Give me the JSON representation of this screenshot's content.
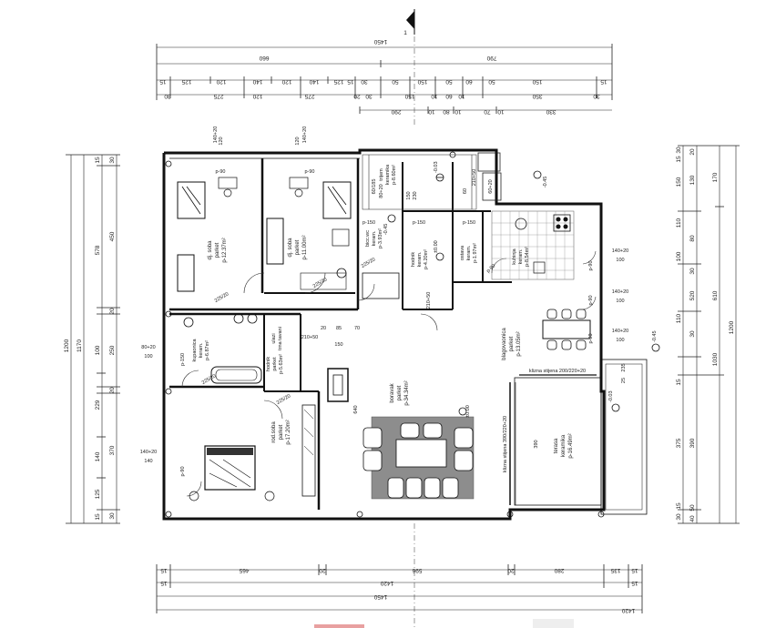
{
  "dims_top": {
    "r1": [
      "1450"
    ],
    "r2": [
      "660",
      "790"
    ],
    "r3": [
      "15",
      "125",
      "120",
      "140",
      "120",
      "140",
      "125",
      "15",
      "30",
      "50",
      "150",
      "50",
      "60",
      "50",
      "150",
      "15"
    ],
    "r4": [
      "30",
      "275",
      "120",
      "275",
      "20",
      "30",
      "150",
      "10",
      "60",
      "10",
      "350",
      "30"
    ],
    "r5": [
      "290",
      "10",
      "80",
      "10",
      "70",
      "10",
      "330"
    ]
  },
  "dims_bottom": {
    "r1": [
      "15",
      "465",
      "20",
      "596",
      "20",
      "280",
      "135",
      "15"
    ],
    "r2": [
      "15",
      "1420",
      "15"
    ],
    "r3": [
      "1450"
    ],
    "r4": [
      "1420"
    ]
  },
  "dims_left": {
    "outer": [
      "1200"
    ],
    "mid": [
      "1170"
    ],
    "inner": [
      "15",
      "578",
      "100",
      "229",
      "140",
      "125",
      "15"
    ],
    "inner2": [
      "30",
      "450",
      "20",
      "250",
      "20",
      "370",
      "30"
    ]
  },
  "dims_right": {
    "top": [
      "30",
      "15",
      "150",
      "110",
      "100",
      "110",
      "15",
      "375",
      "15",
      "30"
    ],
    "mid": [
      "20",
      "130",
      "80",
      "30",
      "520",
      "30",
      "390",
      "50",
      "40"
    ],
    "outer": [
      "170",
      "610",
      "1030",
      "1200"
    ]
  },
  "rooms": [
    {
      "name": "dj. soba",
      "floor": "parket",
      "area": "p-12.37m²"
    },
    {
      "name": "dj. soba",
      "floor": "parket",
      "area": "p-11.00m²"
    },
    {
      "name": "bicc.wc",
      "floor": "keram.",
      "area": "p-3.93m²"
    },
    {
      "name": "hodnik",
      "floor": "keram.",
      "area": "p-4.20m²"
    },
    {
      "name": "trijem",
      "floor": "keramika",
      "area": "p-8.60m²"
    },
    {
      "name": "ostava",
      "floor": "keram.",
      "area": "p-1.97m²"
    },
    {
      "name": "kuhinja",
      "floor": "keram.",
      "area": "p-8.54m²"
    },
    {
      "name": "kupaonica",
      "floor": "keram.",
      "area": "p-6.87m²"
    },
    {
      "name": "hodnik",
      "floor": "parket",
      "area": "p-5.63m²"
    },
    {
      "name": "ulazi",
      "floor": "trna tavani",
      "area": ""
    },
    {
      "name": "boravak",
      "floor": "parket",
      "area": "p-34.34m²"
    },
    {
      "name": "blagovaonica",
      "floor": "parket",
      "area": "p-13.05m²"
    },
    {
      "name": "rod.soba",
      "floor": "parket",
      "area": "p-17.20m²"
    },
    {
      "name": "terasa",
      "floor": "keramika",
      "area": "p-16.49m²"
    }
  ],
  "openings": {
    "w_top1": "140+20",
    "w_top1b": "120",
    "w_top2": "140+20",
    "w_top2b": "120",
    "w_r1": "140+20",
    "w_r1b": "100",
    "w_r2": "140+20",
    "w_r2b": "100",
    "w_r3": "140+20",
    "w_r3b": "100",
    "w_l1": "80+20",
    "w_l1b": "100",
    "w_l2": "140+20",
    "w_l2b": "140",
    "d1": "p-90",
    "d2": "p-90",
    "d3": "p-150",
    "d4": "p-150",
    "d5": "p-150",
    "d6": "p-90",
    "d7": "p-90",
    "d8": "p-90",
    "d9": "p-90",
    "d10": "p-150",
    "d11": "p-90",
    "d12": "210+50",
    "d13": "210+50",
    "d14": "210+50",
    "d15": "80+20",
    "d16": "60+20",
    "d17": "60/185",
    "d18": "150",
    "d19": "230",
    "d20": "60",
    "d21": "85",
    "d22": "70",
    "d23": "20",
    "slide1": "klizna stijena 200/220+20",
    "slide2": "klizna stijena 390/220+20"
  },
  "levels": {
    "l1": "±0.00",
    "l2": "±0.00",
    "l3": "-0.03",
    "l4": "-0.03",
    "l5": "-0.45",
    "l6": "-0.45",
    "l7": "-0.45"
  },
  "misc": {
    "north": "1",
    "x150": "150",
    "x640": "640",
    "x390": "390",
    "x235": "235",
    "x25": "25",
    "s1": "225/20",
    "s2": "225/20",
    "s3": "225/20",
    "s4": "225/20",
    "s5": "225/20"
  }
}
